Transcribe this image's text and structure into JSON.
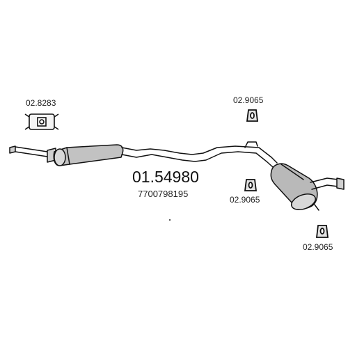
{
  "colors": {
    "line": "#111111",
    "pipe_fill": "#d0d0d0",
    "muffler_fill": "#b9b9b9",
    "background": "#ffffff"
  },
  "diagram": {
    "part_number": "01.54980",
    "oem_number": "7700798195",
    "accessories": [
      {
        "code": "02.8283",
        "icon": "clamp-icon"
      },
      {
        "code": "02.9065",
        "icon": "rubber-hanger-icon"
      },
      {
        "code": "02.9065",
        "icon": "rubber-hanger-icon"
      },
      {
        "code": "02.9065",
        "icon": "rubber-hanger-icon"
      }
    ]
  }
}
